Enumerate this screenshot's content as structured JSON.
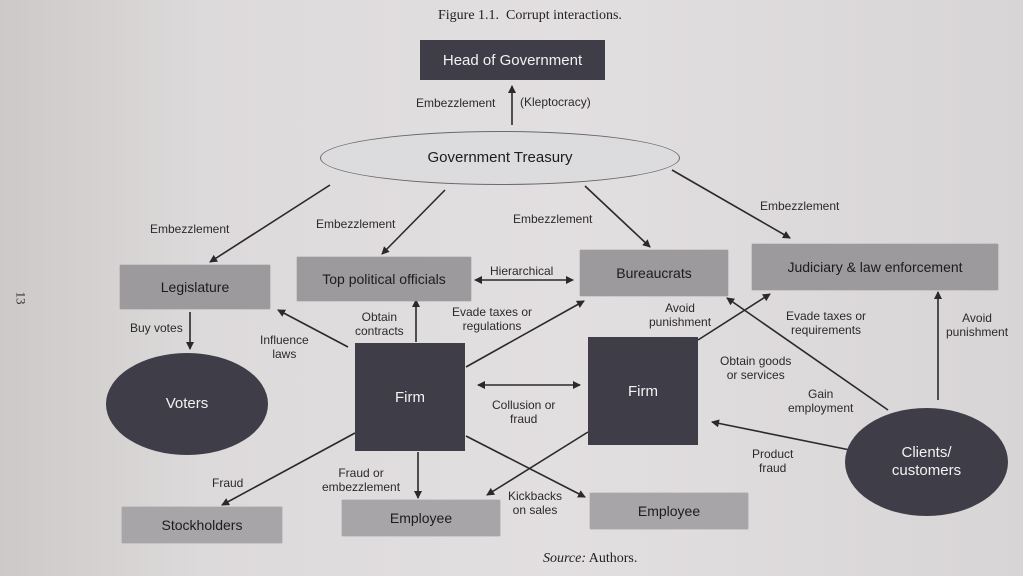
{
  "figure_title": "Figure 1.1.  Corrupt interactions.",
  "source_label": "Source:",
  "source_value": "Authors.",
  "page_number": "13",
  "nodes": {
    "head_of_government": "Head of Government",
    "government_treasury": "Government Treasury",
    "legislature": "Legislature",
    "top_political_officials": "Top political officials",
    "bureaucrats": "Bureaucrats",
    "judiciary": "Judiciary & law enforcement",
    "voters": "Voters",
    "firm_left": "Firm",
    "firm_right": "Firm",
    "clients_line1": "Clients/",
    "clients_line2": "customers",
    "stockholders": "Stockholders",
    "employee_left": "Employee",
    "employee_right": "Employee"
  },
  "labels": {
    "embezzlement_head": "Embezzlement",
    "kleptocracy": "(Kleptocracy)",
    "embezzlement_legislature": "Embezzlement",
    "embezzlement_top": "Embezzlement",
    "embezzlement_bureau": "Embezzlement",
    "embezzlement_judiciary": "Embezzlement",
    "hierarchical": "Hierarchical",
    "buy_votes": "Buy votes",
    "influence_laws_1": "Influence",
    "influence_laws_2": "laws",
    "obtain_contracts_1": "Obtain",
    "obtain_contracts_2": "contracts",
    "evade_taxes_1": "Evade taxes or",
    "evade_taxes_2": "regulations",
    "avoid_punishment_mid_1": "Avoid",
    "avoid_punishment_mid_2": "punishment",
    "evade_req_1": "Evade taxes or",
    "evade_req_2": "requirements",
    "avoid_punishment_right_1": "Avoid",
    "avoid_punishment_right_2": "punishment",
    "obtain_goods_1": "Obtain goods",
    "obtain_goods_2": "or services",
    "gain_employment_1": "Gain",
    "gain_employment_2": "employment",
    "collusion_1": "Collusion or",
    "collusion_2": "fraud",
    "product_fraud_1": "Product",
    "product_fraud_2": "fraud",
    "fraud": "Fraud",
    "fraud_embezzlement_1": "Fraud or",
    "fraud_embezzlement_2": "embezzlement",
    "kickbacks_1": "Kickbacks",
    "kickbacks_2": "on sales"
  }
}
